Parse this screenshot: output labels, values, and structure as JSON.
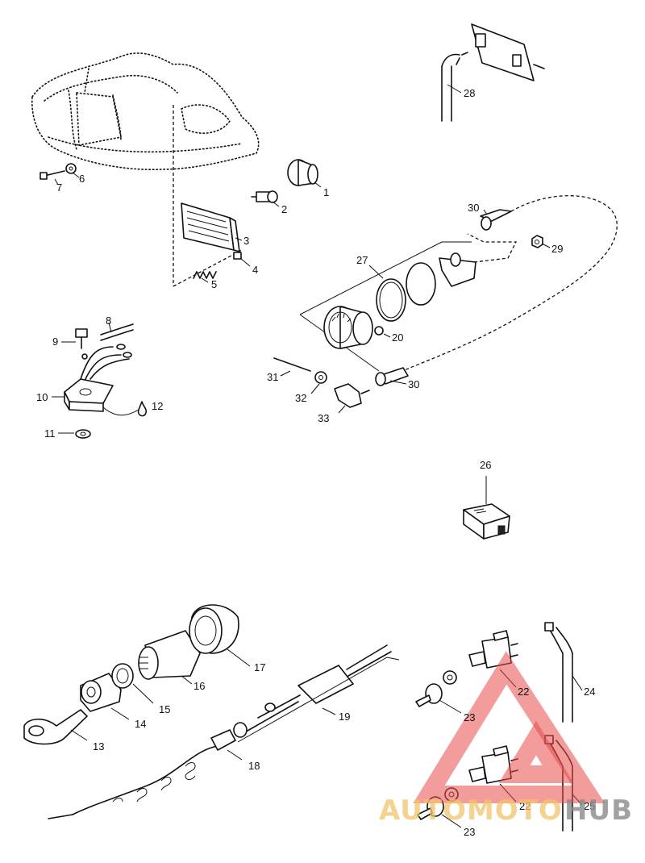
{
  "diagram": {
    "callouts": [
      "1",
      "2",
      "3",
      "4",
      "5",
      "6",
      "7",
      "8",
      "9",
      "10",
      "11",
      "12",
      "13",
      "14",
      "15",
      "16",
      "17",
      "18",
      "19",
      "20",
      "22",
      "22",
      "23",
      "23",
      "24",
      "25",
      "26",
      "27",
      "28",
      "29",
      "30",
      "30",
      "31",
      "32",
      "33"
    ]
  },
  "watermark": {
    "part_a": "AUTOMOTO",
    "part_b": "HUB",
    "colors": {
      "triangle": "#e84a4a",
      "text_a": "#f2c46a",
      "text_b": "#8a8a8a"
    }
  }
}
